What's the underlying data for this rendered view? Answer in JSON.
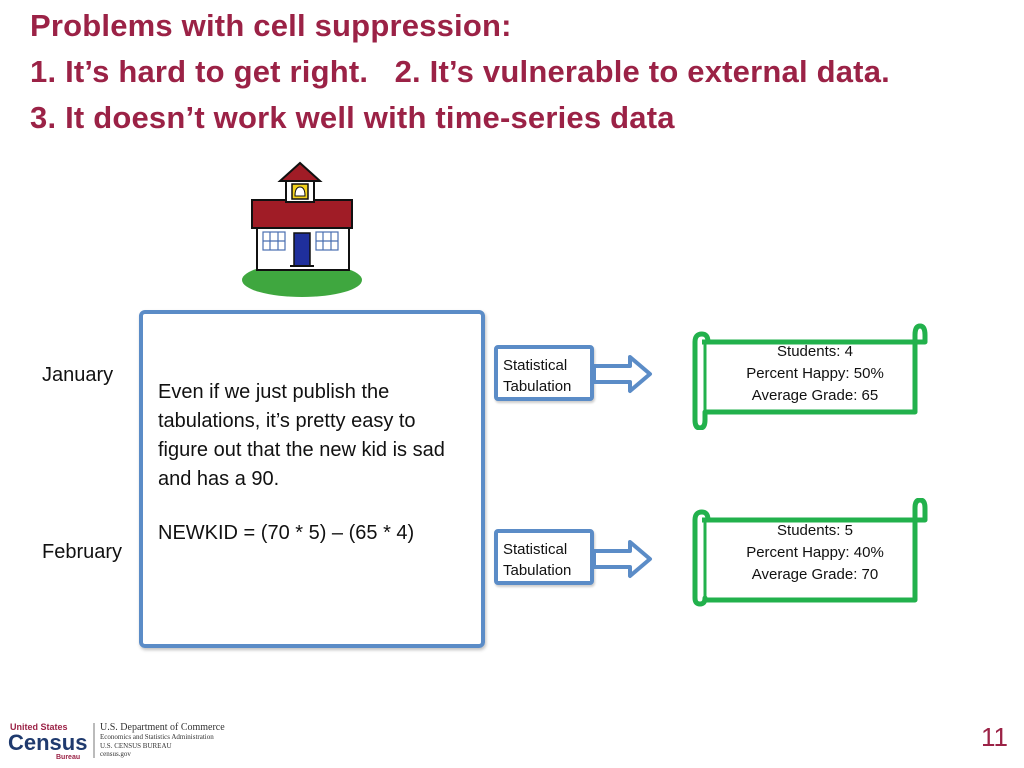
{
  "slide": {
    "title_lines": [
      "Problems with cell suppression:",
      "1. It’s hard to get right.   2. It’s vulnerable to external data.",
      "3. It doesn’t work well with time-series data"
    ],
    "months": {
      "january": "January",
      "february": "February"
    },
    "main_text": "Even if we just publish the tabulations, it’s pretty easy to figure out that the new kid is sad and has a 90.",
    "formula": "NEWKID = (70 * 5) – (65 * 4)",
    "tabulation_label_line1": "Statistical",
    "tabulation_label_line2": "Tabulation",
    "january_stats": [
      "Students: 4",
      "Percent Happy: 50%",
      "Average Grade: 65"
    ],
    "february_stats": [
      "Students: 5",
      "Percent Happy: 40%",
      "Average Grade: 70"
    ],
    "page_number": "11"
  },
  "footer": {
    "logo_line1": "United States",
    "logo_word": "Census",
    "logo_bureau": "Bureau",
    "agency_lines": [
      "U.S. Department of Commerce",
      "Economics and Statistics Administration",
      "U.S. CENSUS BUREAU",
      "census.gov"
    ]
  },
  "colors": {
    "title": "#9b2246",
    "box_blue": "#5b8cc7",
    "scroll_green": "#22b14c",
    "school_roof": "#a01c26",
    "grass": "#3fa73f"
  }
}
